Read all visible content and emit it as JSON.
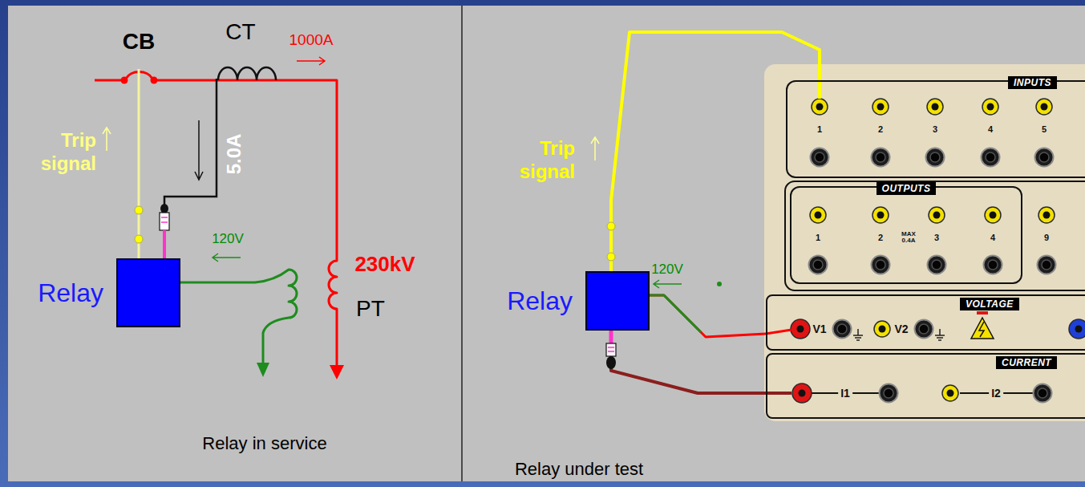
{
  "diagram": {
    "nodes": [
      {
        "text": [
          "Relay"
        ]
      },
      {
        "text": [
          "Relay"
        ]
      },
      {
        "text": [
          "INPUTS"
        ]
      },
      {
        "text": [
          "OUTPUTS"
        ]
      },
      {
        "text": [
          "VOLTAGE"
        ]
      },
      {
        "text": [
          "CURRENT"
        ]
      }
    ],
    "edges": [
      {
        "from": 1,
        "to": 2,
        "arrow": "none"
      },
      {
        "from": 1,
        "to": 4,
        "arrow": "none"
      },
      {
        "from": 1,
        "to": 5,
        "arrow": "none"
      }
    ],
    "labels": [
      "CB",
      "CT",
      "1000A",
      "Trip signal",
      "5.0A",
      "120V",
      "230kV",
      "PT",
      "Relay in service",
      "Trip signal",
      "120V",
      "Relay under test",
      "1",
      "2",
      "3",
      "4",
      "5",
      "1",
      "2",
      "MAX 0.4A",
      "3",
      "4",
      "9",
      "V1",
      "V2",
      "I1",
      "I2"
    ]
  }
}
